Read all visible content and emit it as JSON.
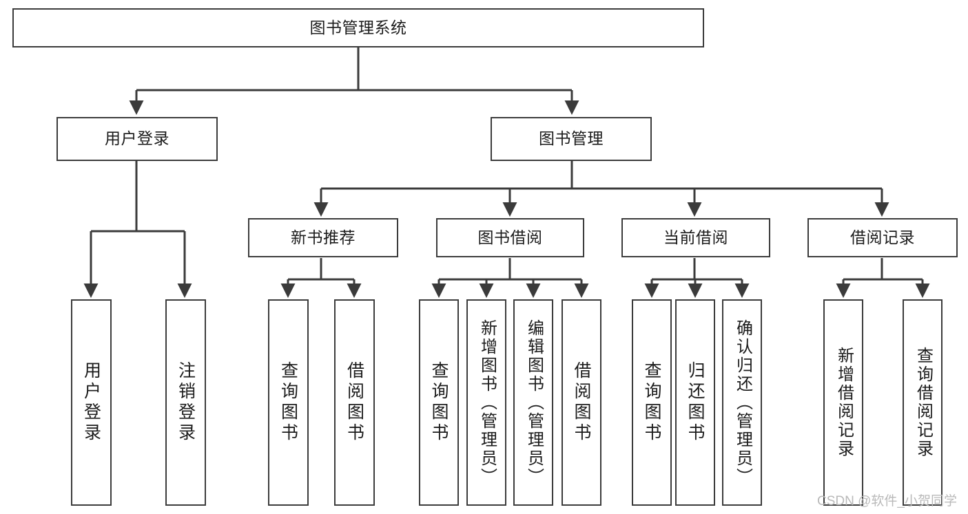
{
  "diagram": {
    "type": "tree",
    "title": "图书管理系统",
    "orientation": "top-down",
    "colors": {
      "background": "#ffffff",
      "box_border": "#3b3b3b",
      "box_fill": "#ffffff",
      "edge": "#3b3b3b",
      "text": "#1b1b1b",
      "watermark": "#b9b9b9"
    },
    "root": {
      "label": "图书管理系统"
    },
    "level2": [
      {
        "label": "用户登录"
      },
      {
        "label": "图书管理"
      }
    ],
    "level3": [
      {
        "label": "新书推荐"
      },
      {
        "label": "图书借阅"
      },
      {
        "label": "当前借阅"
      },
      {
        "label": "借阅记录"
      }
    ],
    "leaves": {
      "user_login": [
        {
          "label": "用户登录"
        },
        {
          "label": "注销登录"
        }
      ],
      "new_book": [
        {
          "label": "查询图书"
        },
        {
          "label": "借阅图书"
        }
      ],
      "book_borrow": [
        {
          "label": "查询图书"
        },
        {
          "label": "新增图书（管理员）"
        },
        {
          "label": "编辑图书（管理员）"
        },
        {
          "label": "借阅图书"
        }
      ],
      "current_borrow": [
        {
          "label": "查询图书"
        },
        {
          "label": "归还图书"
        },
        {
          "label": "确认归还（管理员）"
        }
      ],
      "borrow_record": [
        {
          "label": "新增借阅记录"
        },
        {
          "label": "查询借阅记录"
        }
      ]
    }
  },
  "watermark": {
    "text": "CSDN @软件_小贺同学"
  }
}
